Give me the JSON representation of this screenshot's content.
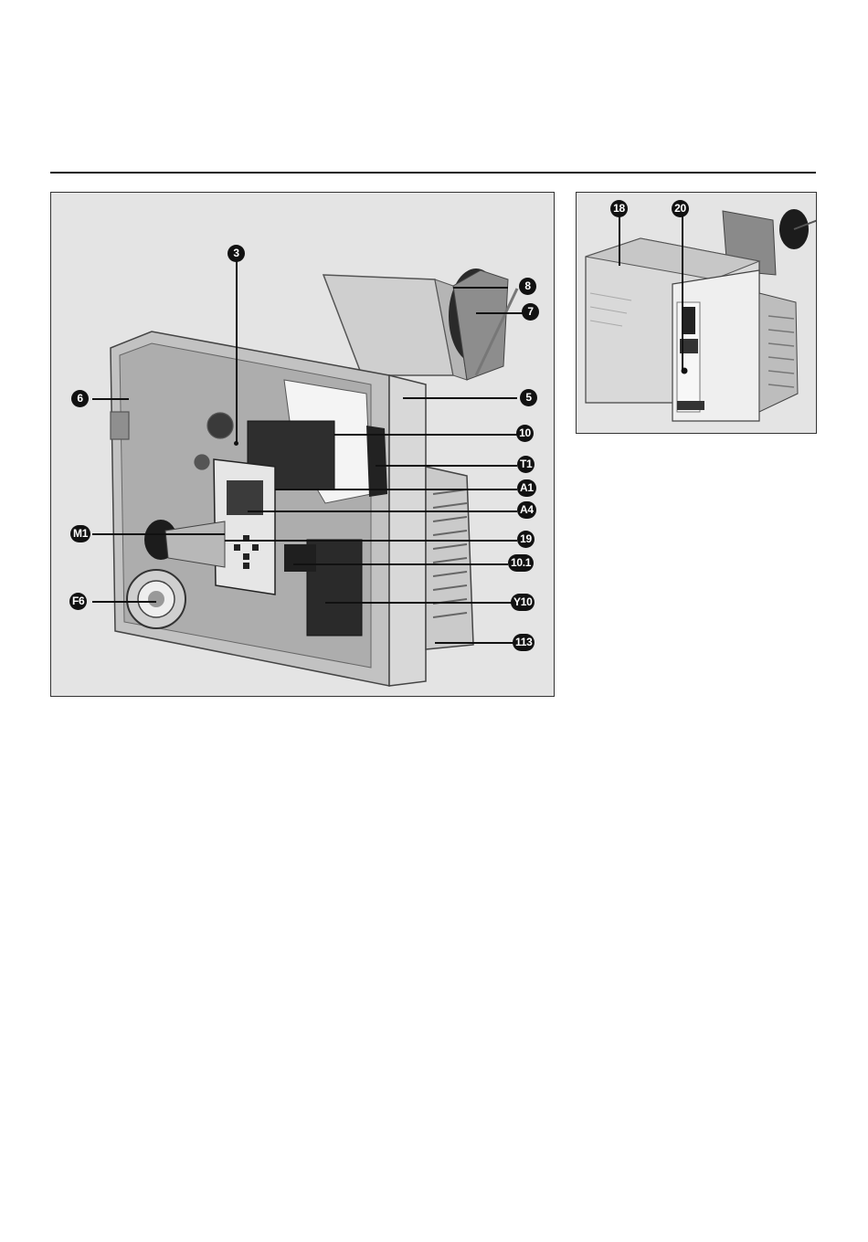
{
  "figure": {
    "main_view": {
      "callouts": {
        "c3": "3",
        "c8": "8",
        "c7": "7",
        "c6": "6",
        "c5": "5",
        "c10": "10",
        "cT1": "T1",
        "cA1": "A1",
        "cA4": "A4",
        "cM1": "M1",
        "c19": "19",
        "c10_1": "10.1",
        "cF6": "F6",
        "cY10": "Y10",
        "c113": "113"
      }
    },
    "detail_view": {
      "callouts": {
        "c18": "18",
        "c20": "20"
      }
    }
  },
  "colors": {
    "panel_bg": "#e4e4e4",
    "callout_bg": "#111111",
    "callout_text": "#ffffff",
    "rule": "#111111"
  }
}
